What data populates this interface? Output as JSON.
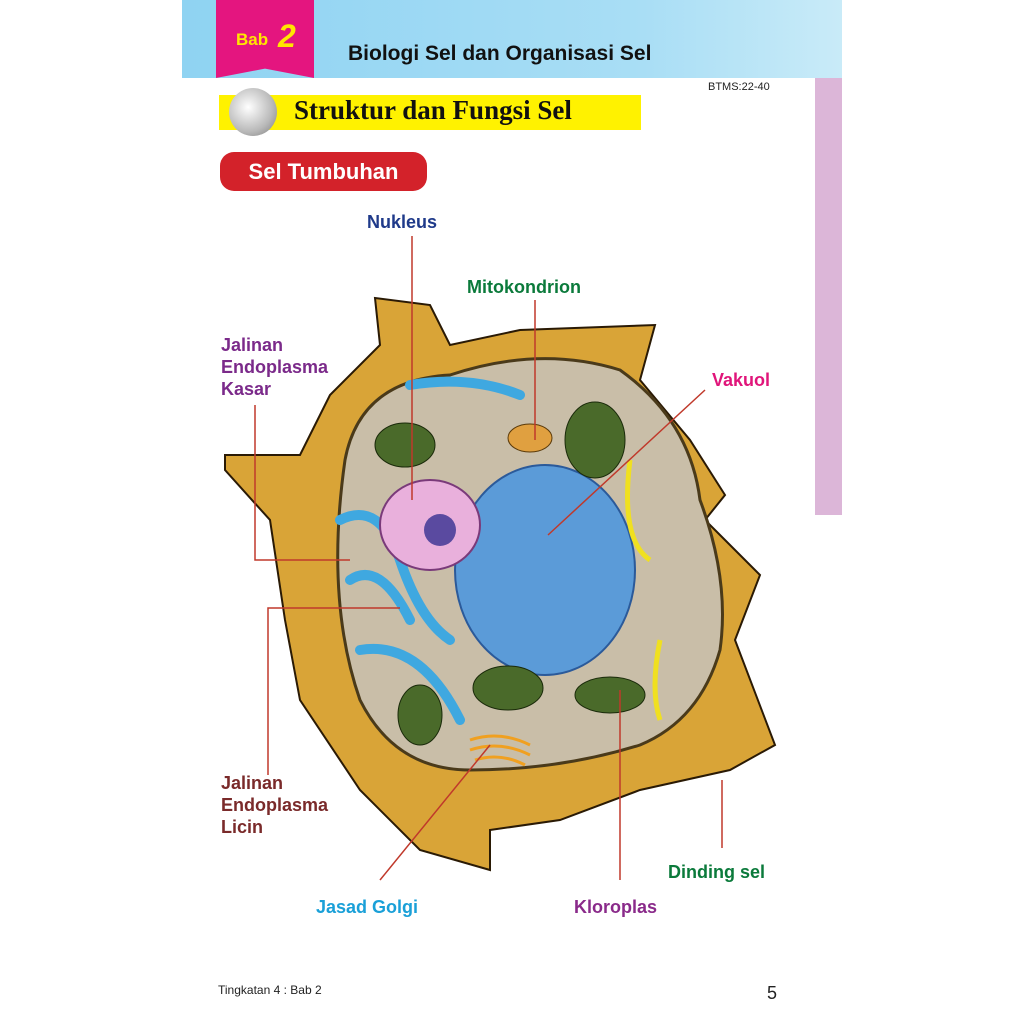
{
  "header": {
    "chapter_word": "Bab",
    "chapter_number": "2",
    "chapter_title": "Biologi Sel dan Organisasi Sel",
    "code": "BTMS:22-40"
  },
  "section": {
    "title": "Struktur dan Fungsi Sel",
    "subtitle": "Sel Tumbuhan"
  },
  "labels": {
    "nukleus": "Nukleus",
    "mitokondrion": "Mitokondrion",
    "vakuol": "Vakuol",
    "jek": [
      "Jalinan",
      "Endoplasma",
      "Kasar"
    ],
    "jel": [
      "Jalinan",
      "Endoplasma",
      "Licin"
    ],
    "golgi": "Jasad Golgi",
    "kloroplas": "Kloroplas",
    "dinding": "Dinding sel"
  },
  "colors": {
    "nukleus": "#1f3a8a",
    "mitokondrion": "#0b7a3b",
    "vakuol": "#e0157a",
    "jek": "#7b2a8a",
    "jel": "#7a2a2a",
    "golgi": "#1aa0d8",
    "kloroplas": "#8a2a8a",
    "dinding": "#0b7a3b"
  },
  "footer": {
    "left": "Tingkatan 4 : Bab 2",
    "page": "5"
  }
}
